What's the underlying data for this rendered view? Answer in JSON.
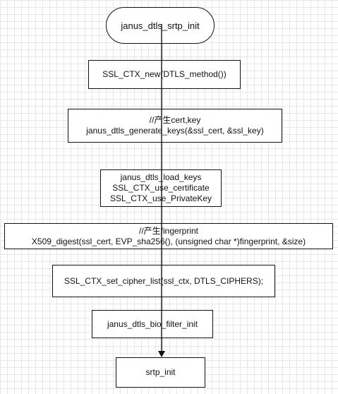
{
  "diagram": {
    "start": {
      "text": "janus_dtls_srtp_init"
    },
    "steps": [
      {
        "lines": [
          "SSL_CTX_new(DTLS_method())"
        ]
      },
      {
        "lines": [
          "//产生cert,key",
          "janus_dtls_generate_keys(&ssl_cert, &ssl_key)"
        ]
      },
      {
        "lines": [
          "janus_dtls_load_keys",
          "SSL_CTX_use_certificate",
          "SSL_CTX_use_PrivateKey"
        ]
      },
      {
        "lines": [
          "//产生fingerprint",
          "X509_digest(ssl_cert, EVP_sha256(), (unsigned char *)fingerprint, &size)"
        ]
      },
      {
        "lines": [
          "SSL_CTX_set_cipher_list(ssl_ctx, DTLS_CIPHERS);"
        ]
      },
      {
        "lines": [
          "janus_dtls_bio_filter_init"
        ]
      },
      {
        "lines": [
          "srtp_init"
        ]
      }
    ]
  }
}
